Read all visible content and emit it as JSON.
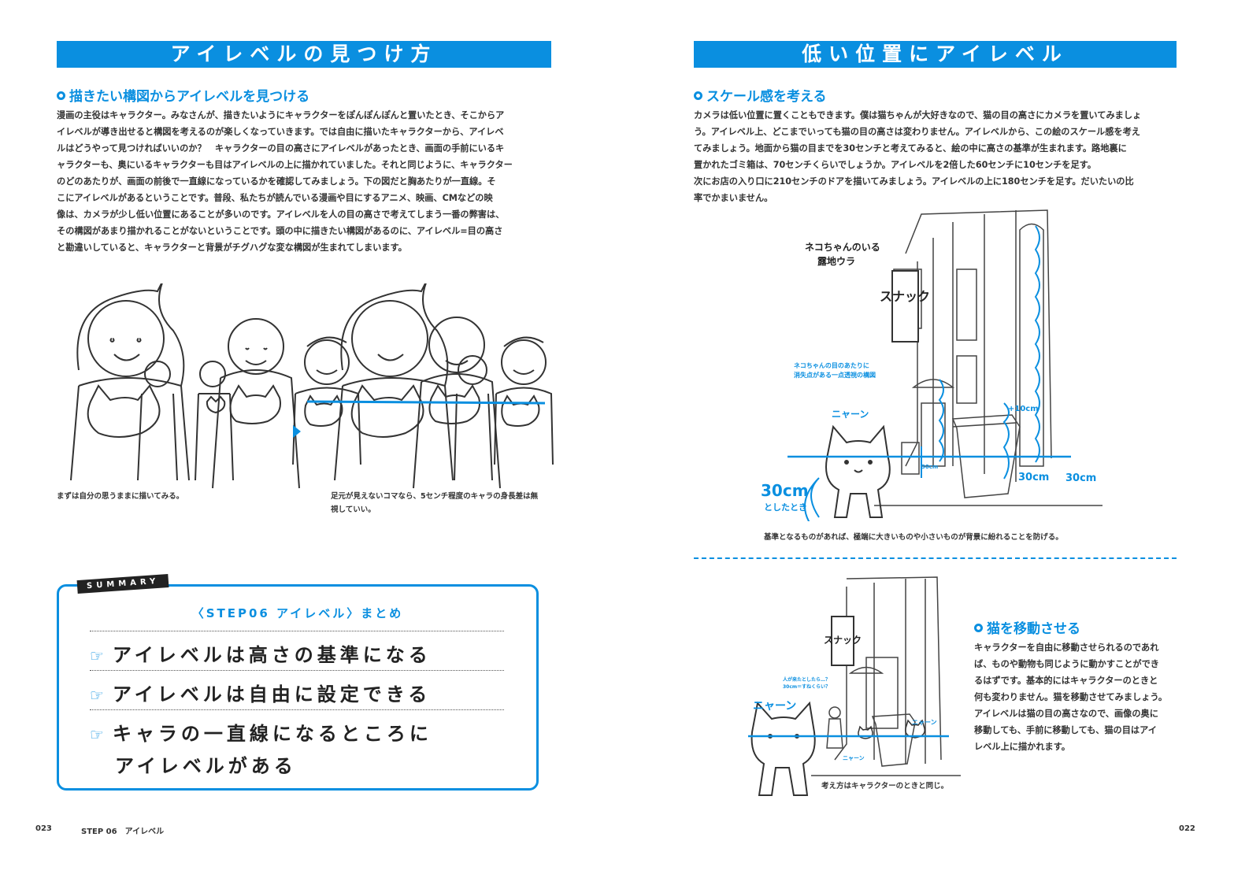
{
  "left_page": {
    "title": "アイレベルの見つけ方",
    "section_heading": "描きたい構図からアイレベルを見つける",
    "paragraph_lines": [
      "漫画の主役はキャラクター。みなさんが、描きたいようにキャラクターをぽんぽんぽんと置いたとき、そこからア",
      "イレベルが導き出せると構図を考えるのが楽しくなっていきます。では自由に描いたキャラクターから、アイレベ",
      "ルはどうやって見つければいいのか？　キャラクターの目の高さにアイレベルがあったとき、画面の手前にいるキ",
      "ャラクターも、奥にいるキャラクターも目はアイレベルの上に描かれていました。それと同じように、キャラクター",
      "のどのあたりが、画面の前後で一直線になっているかを確認してみましょう。下の図だと胸あたりが一直線。そ",
      "こにアイレベルがあるということです。普段、私たちが読んでいる漫画や目にするアニメ、映画、CMなどの映",
      "像は、カメラが少し低い位置にあることが多いのです。アイレベルを人の目の高さで考えてしまう一番の弊害は、",
      "その構図があまり描かれることがないということです。頭の中に描きたい構図があるのに、アイレベル=目の高さ",
      "と勘違いしていると、キャラクターと背景がチグハグな変な構図が生まれてしまいます。"
    ],
    "caption_1": "まずは自分の思うままに描いてみる。",
    "caption_2_lines": [
      "足元が見えないコマなら、5センチ程度のキャラの身長差は無",
      "視していい。"
    ],
    "summary": {
      "tag": "SUMMARY",
      "title": "〈STEP06 アイレベル〉まとめ",
      "items": [
        "アイレベルは高さの基準になる",
        "アイレベルは自由に設定できる",
        "キャラの一直線になるところに"
      ],
      "item_continuation": "アイレベルがある",
      "bullet": "☞"
    },
    "page_number": "023",
    "footer_label": "STEP 06　アイレベル"
  },
  "right_page": {
    "title": "低い位置にアイレベル",
    "section_1_heading": "スケール感を考える",
    "section_1_lines": [
      "カメラは低い位置に置くこともできます。僕は猫ちゃんが大好きなので、猫の目の高さにカメラを置いてみましょ",
      "う。アイレベル上、どこまでいっても猫の目の高さは変わりません。アイレベルから、この絵のスケール感を考え",
      "てみましょう。地面から猫の目までを30センチと考えてみると、絵の中に高さの基準が生まれます。路地裏に",
      "置かれたゴミ箱は、70センチくらいでしょうか。アイレベルを2倍した60センチに10センチを足す。",
      "次にお店の入り口に210センチのドアを描いてみましょう。アイレベルの上に180センチを足す。だいたいの比",
      "率でかまいません。"
    ],
    "illustration_1": {
      "sign_title_line1": "ネコちゃんのいる",
      "sign_title_line2": "露地ウラ",
      "shop_sign": "スナック",
      "note_line1": "ネコちゃんの目のあたりに",
      "note_line2": "消失点がある一点透視の構図",
      "meow": "ニャーン",
      "label_10cm": "+10cm",
      "label_30cm_a": "30cm",
      "label_30cm_b": "30cm",
      "label_30cm_c": "30cm",
      "label_30cm_main": "30cm",
      "label_toshita": "としたとき"
    },
    "caption_1": "基準となるものがあれば、極端に大きいものや小さいものが背景に紛れることを防げる。",
    "section_2_heading": "猫を移動させる",
    "section_2_lines": [
      "キャラクターを自由に移動させられるのであれ",
      "ば、ものや動物も同じように動かすことができ",
      "るはずです。基本的にはキャラクターのときと",
      "何も変わりません。猫を移動させてみましょう。",
      "アイレベルは猫の目の高さなので、画像の奥に",
      "移動しても、手前に移動しても、猫の目はアイ",
      "レベル上に描かれます。"
    ],
    "illustration_2": {
      "shop_sign": "スナック",
      "meow_big": "ニャーン",
      "meow_mid": "ニャーン",
      "meow_small": "ニャーン",
      "note_line1": "人が来たとしたら…？",
      "note_line2": "30cm＝すねくらい？"
    },
    "caption_2": "考え方はキャラクターのときと同じ。",
    "page_number": "022"
  },
  "colors": {
    "accent": "#0a8fe0",
    "text": "#333333",
    "dark": "#222222"
  }
}
